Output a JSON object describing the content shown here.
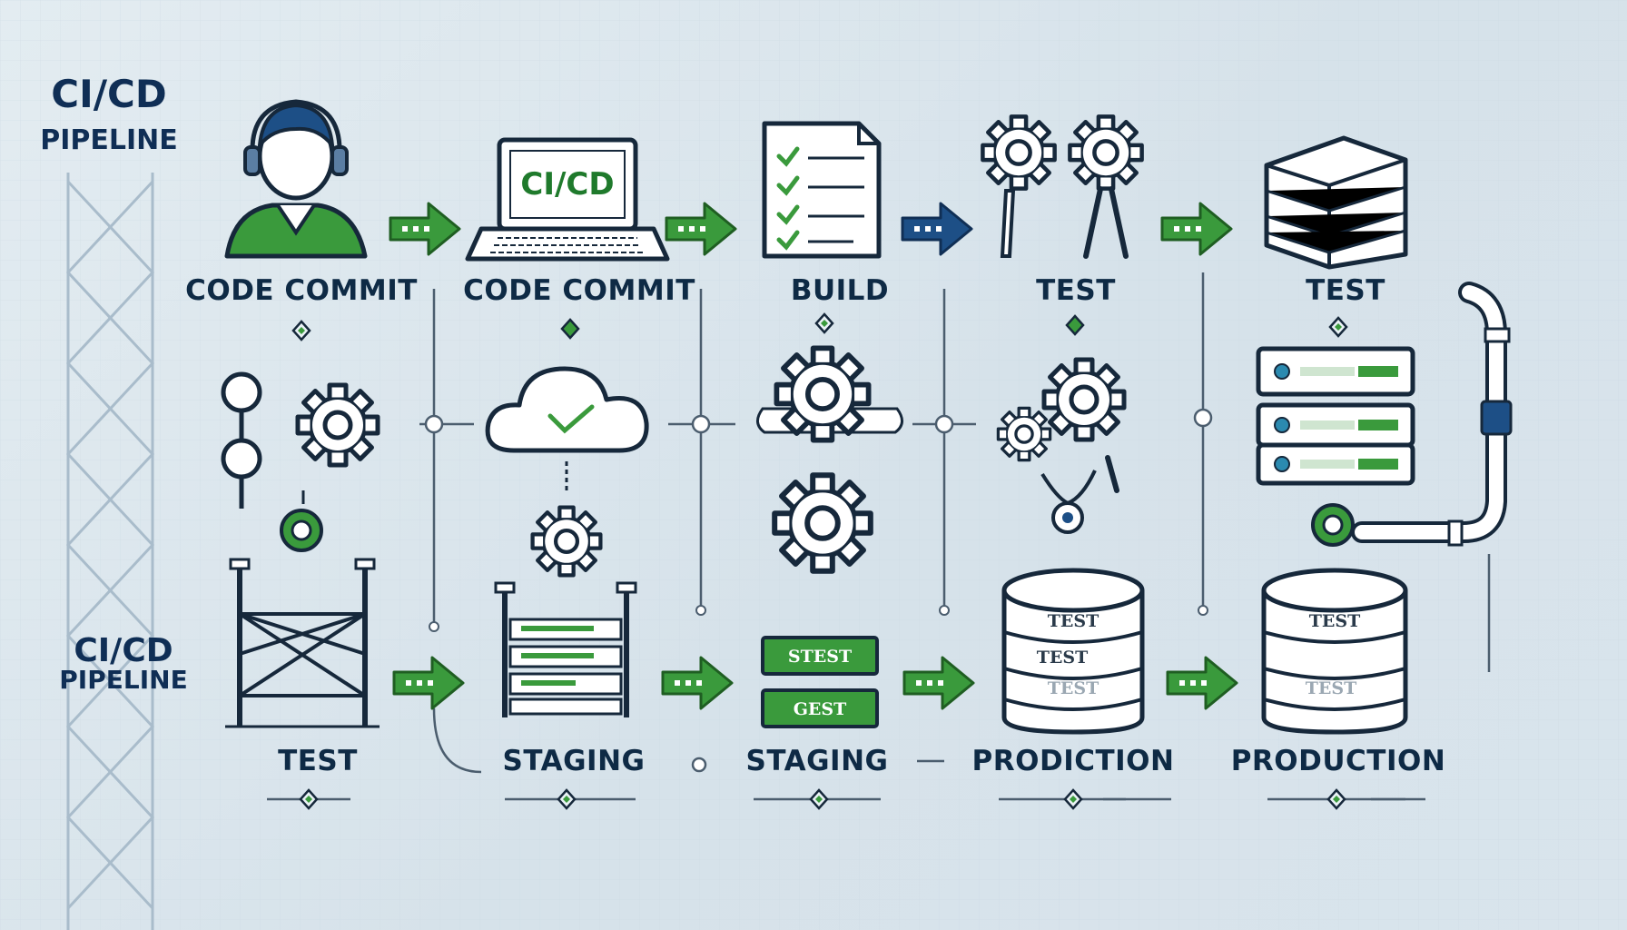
{
  "title": {
    "line1": "CI/CD",
    "line2": "PIPELINE"
  },
  "subtitle": {
    "line1": "CI/CD",
    "line2": "PIPELINE"
  },
  "laptop_screen_text": "CI/CD",
  "top_row_labels": [
    "CODE COMMIT",
    "CODE COMMIT",
    "BUILD",
    "TEST",
    "TEST"
  ],
  "bottom_row_labels": [
    "TEST",
    "STAGING",
    "STAGING",
    "PRODICTION",
    "PRODUCTION"
  ],
  "staging_tags": [
    "STEST",
    "GEST"
  ],
  "db_tags_left": [
    "TEST",
    "TEST",
    "TEST"
  ],
  "db_tags_right": [
    "TEST",
    "TEST"
  ],
  "colors": {
    "background": "#dde7ee",
    "green": "#3a9a3c",
    "dark_blue": "#1d4f86",
    "ink": "#16283b"
  },
  "icons": {
    "developer": "developer-headset-icon",
    "laptop": "laptop-icon",
    "checklist": "checklist-document-icon",
    "test_gears": "gear-tools-icon",
    "server": "server-stack-icon",
    "cloud": "cloud-check-icon",
    "database": "database-icon",
    "pipe": "pipe-icon",
    "scaffold": "scaffold-icon"
  }
}
